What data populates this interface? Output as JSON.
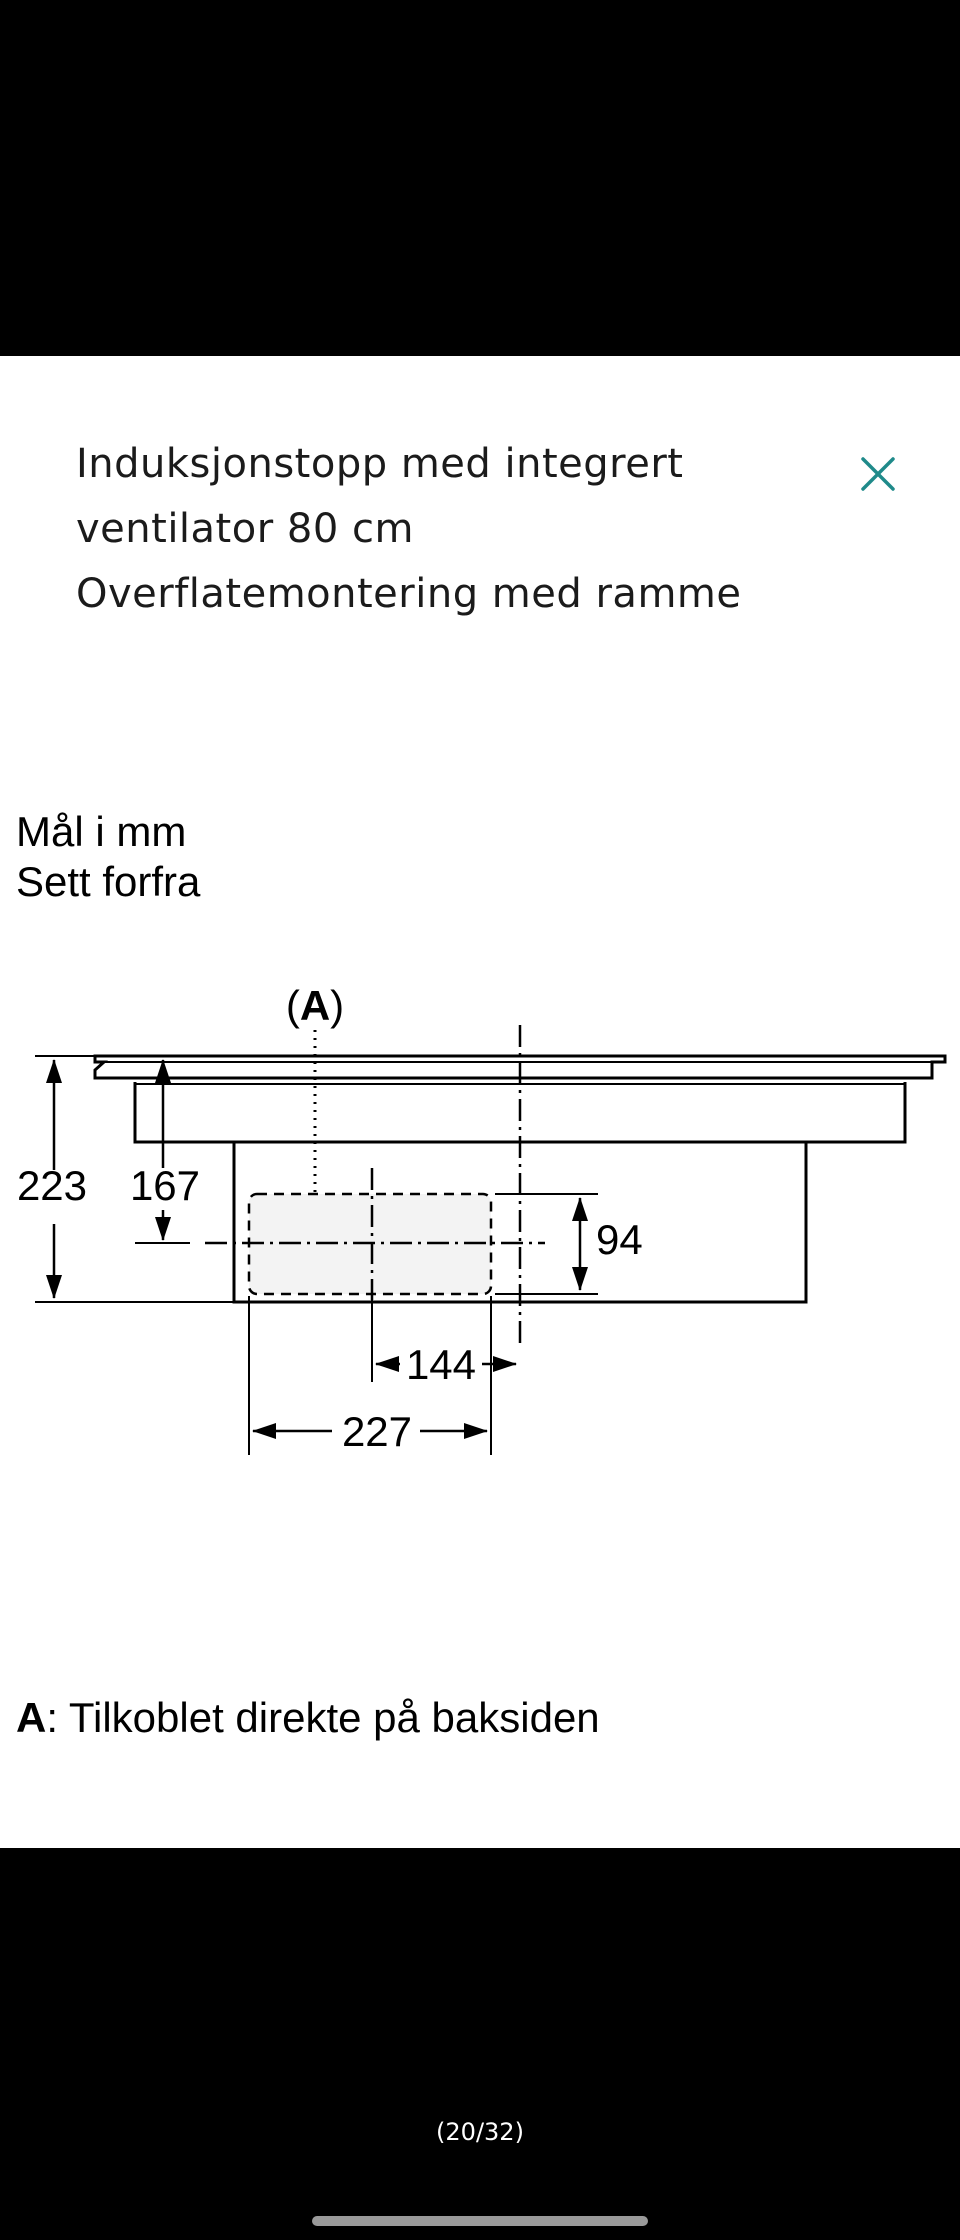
{
  "header": {
    "title_lines": [
      "Induksjonstopp med integrert",
      "ventilator 80 cm",
      "Overflatemontering med ramme"
    ],
    "close_icon": "close-icon",
    "accent_color": "#1f8a8a"
  },
  "diagram": {
    "units_label": "Mål i mm",
    "view_label": "Sett forfra",
    "marker_label": "(A)",
    "marker_label_parts": [
      "(",
      "A",
      ")"
    ],
    "dimensions": {
      "total_height": "223",
      "connection_height": "167",
      "connection_opening": "94",
      "offset_width": "144",
      "opening_width": "227"
    },
    "legend_key": "A",
    "legend_text": ": Tilkoblet direkte på baksiden"
  },
  "footer": {
    "page_counter": "(20/32)"
  }
}
